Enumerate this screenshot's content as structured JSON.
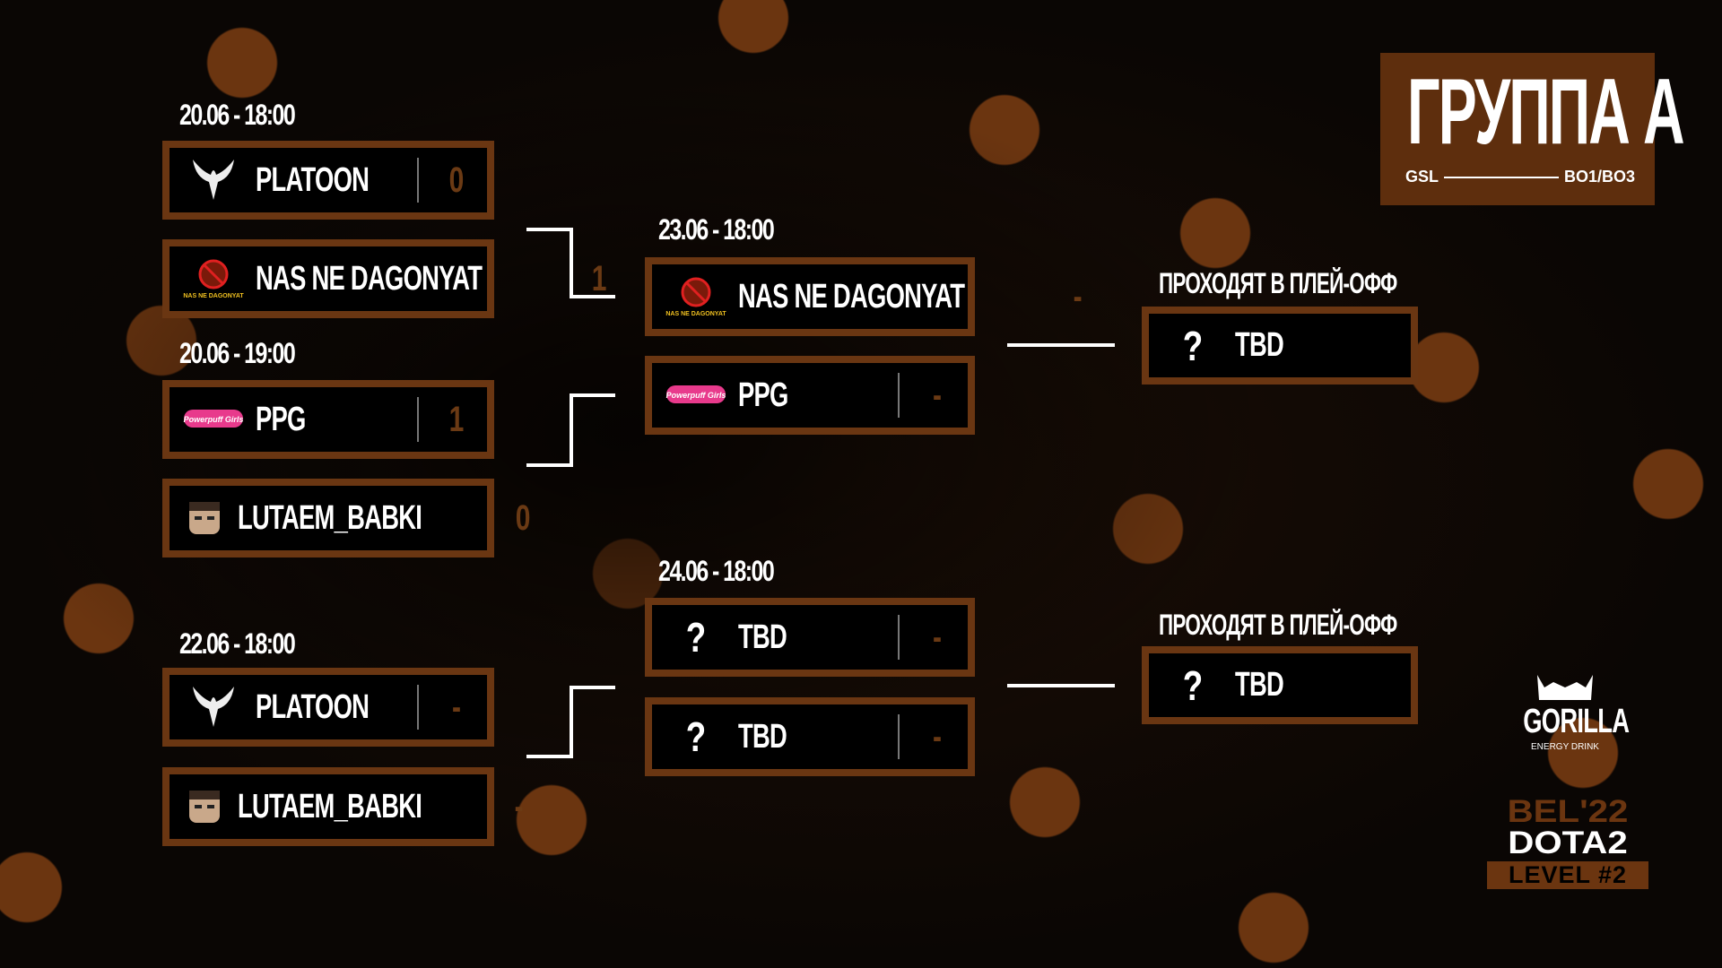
{
  "header": {
    "group_title": "ГРУППА А",
    "format_left": "GSL",
    "format_right": "BO1/BO3"
  },
  "advance_label": "ПРОХОДЯТ В ПЛЕЙ-ОФФ",
  "round1": [
    {
      "date": "20.06 - 18:00",
      "teams": [
        {
          "name": "PLATOON",
          "score": "0",
          "logo": "platoon-logo"
        },
        {
          "name": "NAS NE DAGONYAT",
          "score": "1",
          "logo": "nas-ne-dagonyat-logo",
          "logo_text": "NAS NE DAGONYAT"
        }
      ]
    },
    {
      "date": "20.06 - 19:00",
      "teams": [
        {
          "name": "PPG",
          "score": "1",
          "logo": "ppg-logo",
          "logo_text": "Powerpuff Girls"
        },
        {
          "name": "LUTAEM_BABKI",
          "score": "0",
          "logo": "lutaem-babki-logo"
        }
      ]
    },
    {
      "date": "22.06 - 18:00",
      "teams": [
        {
          "name": "PLATOON",
          "score": "-",
          "logo": "platoon-logo"
        },
        {
          "name": "LUTAEM_BABKI",
          "score": "-",
          "logo": "lutaem-babki-logo"
        }
      ]
    }
  ],
  "round2": [
    {
      "date": "23.06 - 18:00",
      "teams": [
        {
          "name": "NAS NE DAGONYAT",
          "score": "-"
        },
        {
          "name": "PPG",
          "score": "-"
        }
      ]
    },
    {
      "date": "24.06 - 18:00",
      "teams": [
        {
          "name": "TBD",
          "score": "-",
          "icon": "?"
        },
        {
          "name": "TBD",
          "score": "-",
          "icon": "?"
        }
      ]
    }
  ],
  "playoff": [
    {
      "name": "TBD",
      "icon": "?"
    },
    {
      "name": "TBD",
      "icon": "?"
    }
  ],
  "sponsor": {
    "name": "GORILLA",
    "tagline": "ENERGY DRINK"
  },
  "event": {
    "line1": "BEL'22",
    "line2": "DOTA2",
    "line3": "LEVEL #2"
  },
  "colors": {
    "brown": "#6a3612",
    "score": "#6b3a14"
  }
}
